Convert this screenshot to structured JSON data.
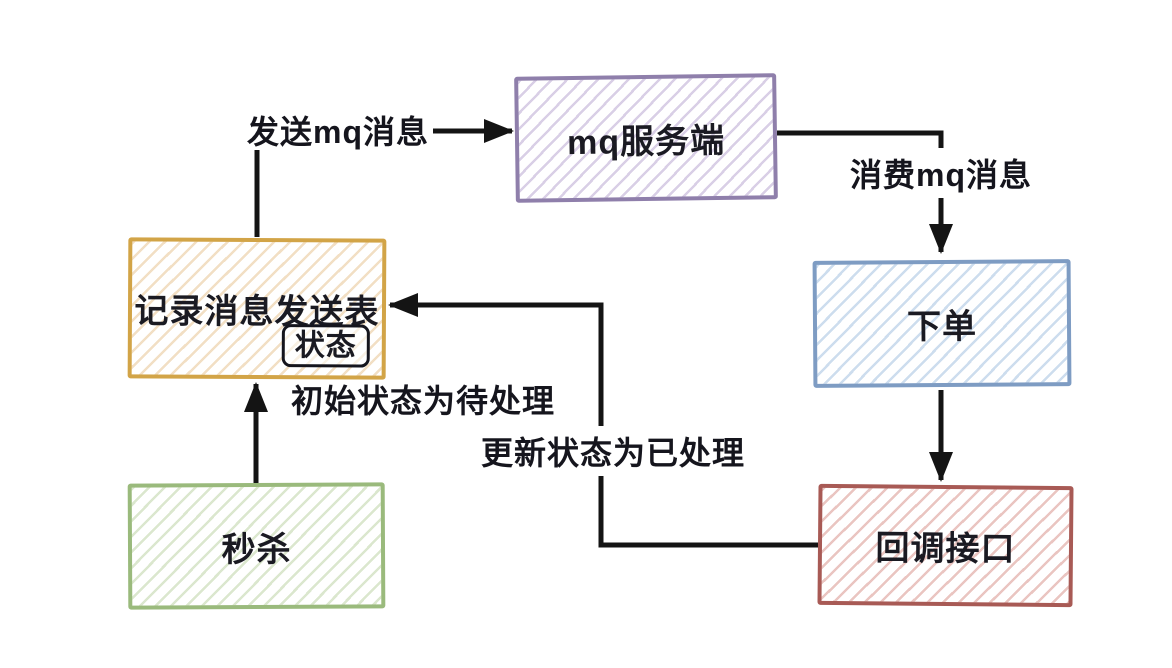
{
  "diagram": {
    "background": "#ffffff",
    "arrow_color": "#141414",
    "text_color": "#1a1a22",
    "nodes": {
      "mq_server": {
        "label": "mq服务端",
        "stroke": "#8f7fab",
        "fill": "#d9cfe6"
      },
      "message_table": {
        "label": "记录消息发送表",
        "badge": "状态",
        "stroke": "#d2a447",
        "fill": "#f2dfc4"
      },
      "place_order": {
        "label": "下单",
        "stroke": "#7e9cc3",
        "fill": "#cdddee"
      },
      "callback_api": {
        "label": "回调接口",
        "stroke": "#a85a55",
        "fill": "#eac5c1"
      },
      "seckill": {
        "label": "秒杀",
        "stroke": "#9aba7c",
        "fill": "#dbe7ce"
      }
    },
    "edges": {
      "send_mq": {
        "label": "发送mq消息",
        "from": "message_table",
        "to": "mq_server"
      },
      "consume_mq": {
        "label": "消费mq消息",
        "from": "mq_server",
        "to": "place_order"
      },
      "order_callback": {
        "label": "",
        "from": "place_order",
        "to": "callback_api"
      },
      "update_status": {
        "label": "更新状态为已处理",
        "from": "callback_api",
        "to": "message_table"
      },
      "initial_status": {
        "label": "初始状态为待处理",
        "from": "seckill",
        "to": "message_table"
      }
    }
  }
}
